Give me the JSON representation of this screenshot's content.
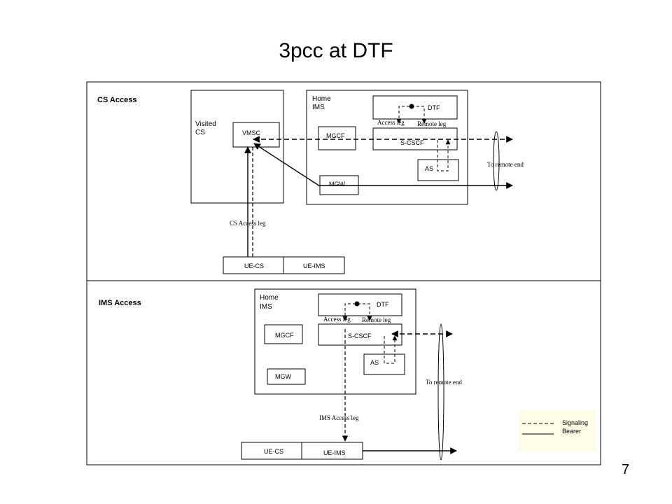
{
  "page": {
    "title": "3pcc at DTF",
    "page_number": "7"
  },
  "cs_section": {
    "title": "CS Access",
    "visited_cs": "Visited\nCS",
    "vmsc": "VMSC",
    "home_ims": "Home\nIMS",
    "dtf": "DTF",
    "mgcf": "MGCF",
    "scscf": "S-CSCF",
    "as": "AS",
    "mgw": "MGW",
    "access_leg": "Access leg",
    "remote_leg": "Remote leg",
    "to_remote_end": "To remote end",
    "cs_access_leg": "CS Access leg",
    "ue_cs": "UE-CS",
    "ue_ims": "UE-IMS"
  },
  "ims_section": {
    "title": "IMS Access",
    "home_ims": "Home\nIMS",
    "dtf": "DTF",
    "mgcf": "MGCF",
    "scscf": "S-CSCF",
    "as": "AS",
    "mgw": "MGW",
    "access_leg": "Access leg",
    "remote_leg": "Remote leg",
    "to_remote_end": "To remote end",
    "ims_access_leg": "IMS Access leg",
    "ue_cs": "UE-CS",
    "ue_ims": "UE-IMS"
  },
  "legend": {
    "signaling": "Signaling",
    "bearer": "Bearer",
    "background": "#fffde8"
  }
}
